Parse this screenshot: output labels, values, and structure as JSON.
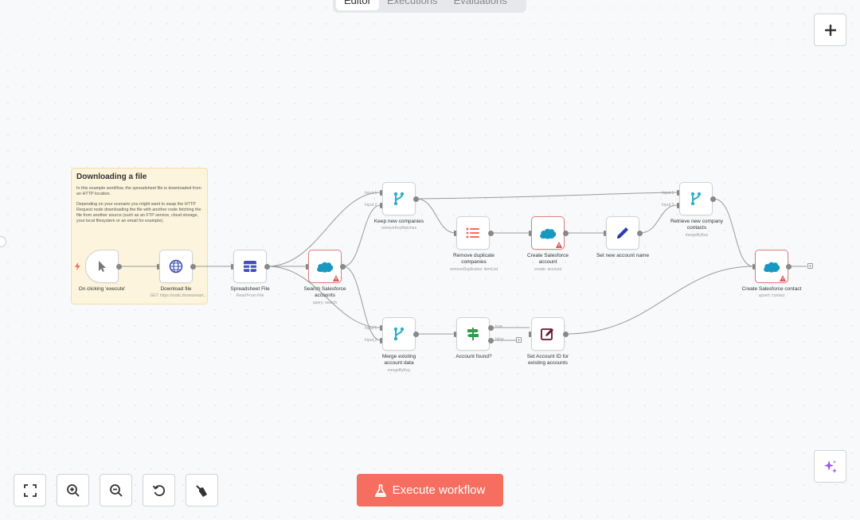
{
  "tabs": [
    "Editor",
    "Executions",
    "Evaluations"
  ],
  "sticky": {
    "title": "Downloading a file",
    "p1": "In this example workflow, the spreadsheet file is downloaded from an HTTP location.",
    "p2": "Depending on your scenario you might want to swap the HTTP Request node downloading the file with another node fetching the file from another source (such as an FTP service, cloud storage, your local filesystem or an email for example)."
  },
  "nodes": {
    "trigger": {
      "label": "On clicking 'execute'",
      "sub": ""
    },
    "download": {
      "label": "Download file",
      "sub": "GET: https://static.thomasmart..."
    },
    "spreadsheet": {
      "label": "Spreadsheet File",
      "sub": "Read From File"
    },
    "search_sf": {
      "label": "Search Salesforce accounts",
      "sub": "query: search"
    },
    "keep_new": {
      "label": "Keep new companies",
      "sub": "removeKeyMatches"
    },
    "remove_dup": {
      "label": "Remove duplicate companies",
      "sub": "removeDuplicates: itemList"
    },
    "create_account": {
      "label": "Create Salesforce account",
      "sub": "create: account"
    },
    "set_name": {
      "label": "Set new account name",
      "sub": ""
    },
    "retrieve": {
      "label": "Retrieve new company contacts",
      "sub": "mergeByKey"
    },
    "create_contact": {
      "label": "Create Salesforce contact",
      "sub": "upsert: contact"
    },
    "merge_existing": {
      "label": "Merge existing account data",
      "sub": "mergeByKey"
    },
    "account_found": {
      "label": "Account found?",
      "sub": ""
    },
    "set_account_id": {
      "label": "Set Account ID for existing accounts",
      "sub": ""
    }
  },
  "ports": {
    "input1": "Input 1",
    "input2": "Input 2",
    "true_label": "true",
    "false_label": "false"
  },
  "execute_button": "Execute workflow",
  "icons": {
    "add": "plus-icon",
    "fit": "fit-view-icon",
    "zoom_in": "zoom-in-icon",
    "zoom_out": "zoom-out-icon",
    "reset": "undo-icon",
    "clean": "broom-icon",
    "ai": "sparkle-icon"
  },
  "colors": {
    "accent": "#f56e5f",
    "sticky_bg": "#fcf4dc",
    "teal": "#2ab0c5",
    "salesforce": "#1798c1",
    "error": "#e07d7d"
  }
}
